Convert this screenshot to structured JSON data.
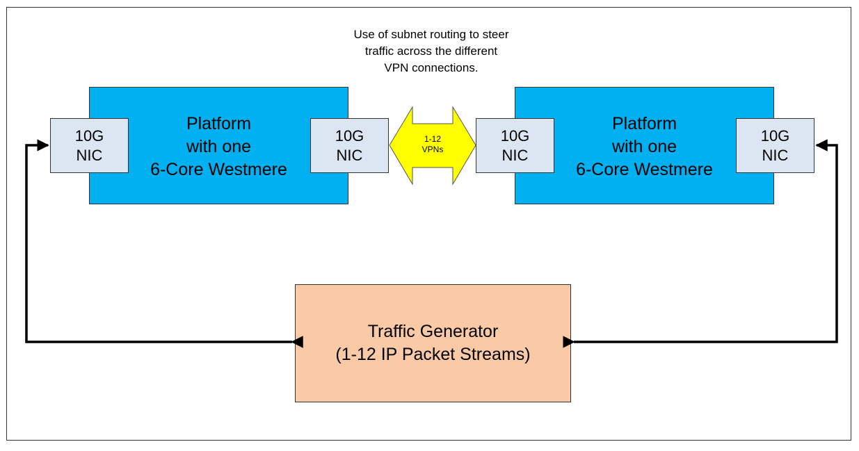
{
  "note": {
    "line1": "Use of subnet routing to steer",
    "line2": "traffic across the different",
    "line3": "VPN connections."
  },
  "platform_left": {
    "line1": "Platform",
    "line2": "with one",
    "line3": "6-Core Westmere",
    "nic_left": {
      "line1": "10G",
      "line2": "NIC"
    },
    "nic_right": {
      "line1": "10G",
      "line2": "NIC"
    }
  },
  "platform_right": {
    "line1": "Platform",
    "line2": "with one",
    "line3": "6-Core Westmere",
    "nic_left": {
      "line1": "10G",
      "line2": "NIC"
    },
    "nic_right": {
      "line1": "10G",
      "line2": "NIC"
    }
  },
  "vpn_arrow": {
    "line1": "1-12",
    "line2": "VPNs",
    "color": "#ffff00"
  },
  "traffic_generator": {
    "line1": "Traffic Generator",
    "line2": "(1-12 IP Packet Streams)"
  },
  "colors": {
    "platform": "#00b0f0",
    "nic": "#dce6f2",
    "traffic": "#fac9a6",
    "connector": "#000000"
  }
}
